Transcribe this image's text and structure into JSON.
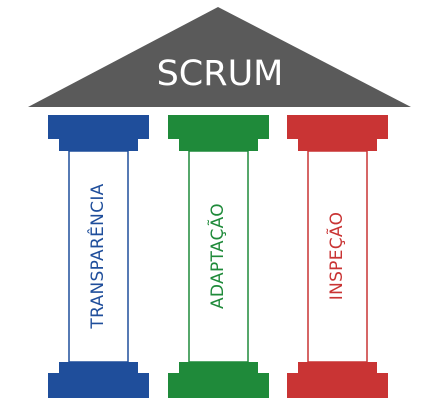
{
  "roof": {
    "label": "SCRUM",
    "color": "#5a5a5a"
  },
  "pillars": [
    {
      "label": "TRANSPARÊNCIA",
      "color": "#1f4e9b"
    },
    {
      "label": "ADAPTAÇÃO",
      "color": "#1f8a3a"
    },
    {
      "label": "INSPEÇÃO",
      "color": "#c93434"
    }
  ]
}
